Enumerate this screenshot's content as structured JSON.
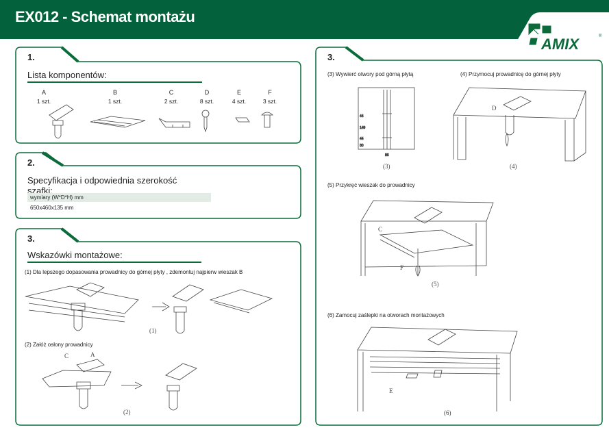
{
  "header": {
    "title": "EX012 - Schemat montażu",
    "logo_text": "AMIX",
    "brand_color": "#03623b"
  },
  "section1": {
    "number": "1.",
    "subtitle": "Lista komponentów:",
    "components": [
      {
        "letter": "A",
        "qty": "1 szt."
      },
      {
        "letter": "B",
        "qty": "1 szt."
      },
      {
        "letter": "C",
        "qty": "2 szt."
      },
      {
        "letter": "D",
        "qty": "8 szt."
      },
      {
        "letter": "E",
        "qty": "4 szt."
      },
      {
        "letter": "F",
        "qty": "3 szt."
      }
    ]
  },
  "section2": {
    "number": "2.",
    "subtitle": "Specyfikacja i odpowiednia szerokość szafki:",
    "spec_header": "wymiary (W*D*H) mm",
    "spec_value": "650x460x135 mm"
  },
  "section3": {
    "number": "3.",
    "subtitle": "Wskazówki montażowe:",
    "step1": "(1) Dla lepszego dopasowania prowadnicy do górnej płyty , zdemontuj najpierw wieszak B",
    "cap1": "(1)",
    "step2": "(2) Załóż osłony prowadnicy",
    "cap2": "(2)",
    "label_c": "C",
    "label_a": "A"
  },
  "section3b": {
    "number": "3.",
    "step3": "(3) Wywierć otwory pod górną płytą",
    "cap3": "(3)",
    "dims": [
      "44",
      "149",
      "44",
      "30",
      "86"
    ],
    "step4": "(4) Przymocuj prowadnicę do górnej płyty",
    "cap4": "(4)",
    "label_d": "D",
    "step5": "(5) Przykręć wieszak do prowadnicy",
    "cap5": "(5)",
    "label_c": "C",
    "label_f": "F",
    "step6": "(6) Zamocuj zaślepki na otworach montażowych",
    "cap6": "(6)",
    "label_e": "E"
  }
}
